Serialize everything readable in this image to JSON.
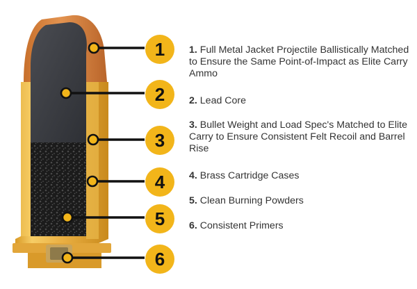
{
  "colors": {
    "brass": "#e8a935",
    "brass_light": "#f3c45a",
    "brass_dark": "#c98a1c",
    "copper": "#d9833c",
    "lead": "#3d3f45",
    "powder": "#222222",
    "marker_fill": "#f2b51a",
    "marker_ring": "#111111",
    "leader": "#111111",
    "text": "#333333"
  },
  "callouts": [
    {
      "number": "1",
      "text": "Full Metal Jacket Projectile Ballistically Matched to Ensure the Same Point-of-Impact as Elite Carry Ammo"
    },
    {
      "number": "2",
      "text": "Lead Core"
    },
    {
      "number": "3",
      "text": "Bullet Weight and Load Spec's Matched to Elite Carry to Ensure Consistent Felt Recoil and Barrel Rise"
    },
    {
      "number": "4",
      "text": "Brass Cartridge Cases"
    },
    {
      "number": "5",
      "text": "Clean Burning Powders"
    },
    {
      "number": "6",
      "text": "Consistent Primers"
    }
  ]
}
